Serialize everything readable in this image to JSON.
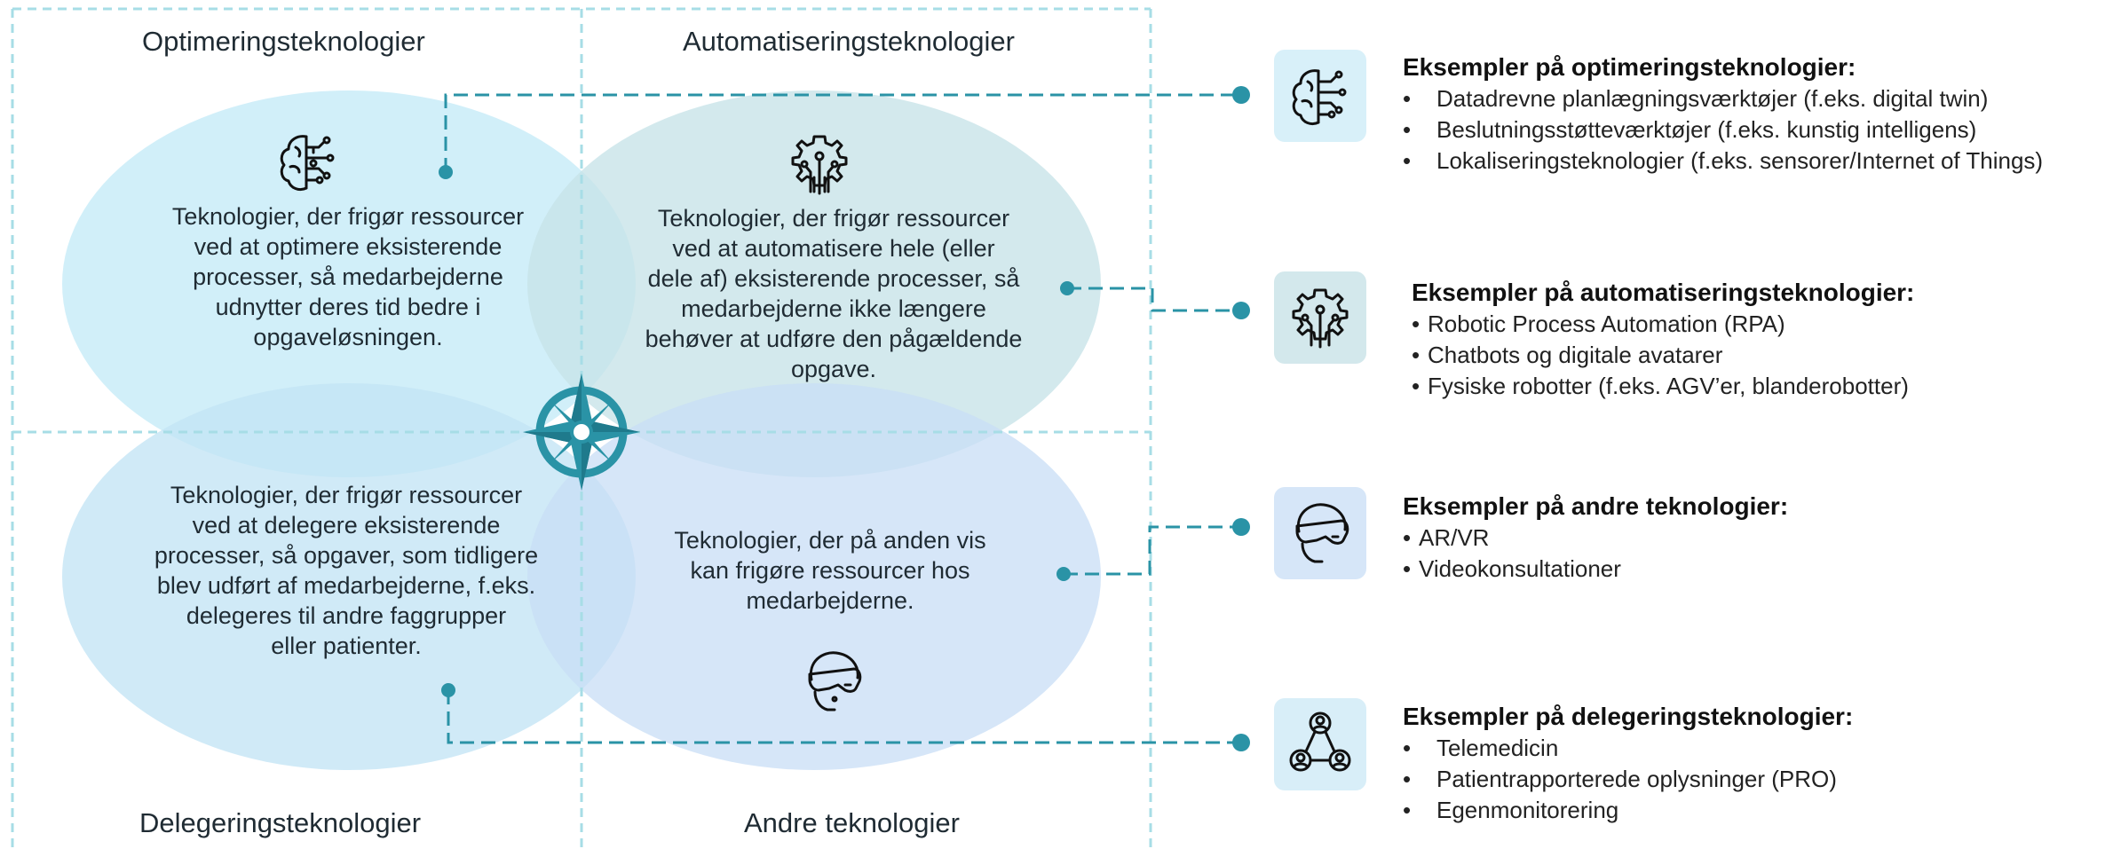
{
  "quadrants": {
    "top_left": "Optimeringsteknologier",
    "top_right": "Automatiseringsteknologier",
    "bottom_left": "Delegeringsteknologier",
    "bottom_right": "Andre teknologier"
  },
  "circles": {
    "optimering": [
      "Teknologier, der frigør ressourcer",
      "ved at optimere eksisterende",
      "processer, så medarbejderne",
      "udnytter deres tid bedre i",
      "opgaveløsningen."
    ],
    "automatisering": [
      "Teknologier, der frigør ressourcer",
      "ved at automatisere hele (eller",
      "dele af) eksisterende processer, så",
      "medarbejderne ikke længere",
      "behøver at udføre den pågældende",
      "opgave."
    ],
    "delegering": [
      "Teknologier, der frigør ressourcer",
      "ved at delegere eksisterende",
      "processer, så opgaver, som tidligere",
      "blev udført af medarbejderne, f.eks.",
      "delegeres til andre faggrupper",
      "eller patienter."
    ],
    "andre": [
      "Teknologier, der på anden vis",
      "kan frigøre ressourcer hos",
      "medarbejderne."
    ]
  },
  "panels": {
    "optimering": {
      "title": "Eksempler på optimeringsteknologier:",
      "items": [
        "Datadrevne planlægningsværktøjer (f.eks. digital twin)",
        "Beslutningsstøtteværktøjer (f.eks. kunstig intelligens)",
        "Lokaliseringsteknologier (f.eks. sensorer/Internet of Things)"
      ]
    },
    "automatisering": {
      "title": "Eksempler på automatiseringsteknologier:",
      "items": [
        "Robotic Process Automation (RPA)",
        "Chatbots og digitale avatarer",
        "Fysiske robotter (f.eks. AGV’er, blanderobotter)"
      ]
    },
    "andre": {
      "title": "Eksempler på andre teknologier:",
      "items": [
        "AR/VR",
        "Videokonsultationer"
      ]
    },
    "delegering": {
      "title": "Eksempler på delegeringsteknologier:",
      "items": [
        "Telemedicin",
        "Patientrapporterede oplysninger (PRO)",
        "Egenmonitorering"
      ]
    }
  },
  "colors": {
    "accent_teal": "#2a93a6",
    "circle_optimering": "#c9ecf8",
    "circle_automatisering": "#cfe6ea",
    "circle_delegering": "#c3e4f5",
    "circle_andre": "#cde3f7",
    "icon_box": "#d9f1fa",
    "grid_dash": "#a7dde6"
  },
  "icons": {
    "optimering": "brain-circuit-icon",
    "automatisering": "gear-circuit-icon",
    "andre": "vr-headset-icon",
    "delegering": "people-network-icon",
    "center": "compass-rose-icon"
  }
}
